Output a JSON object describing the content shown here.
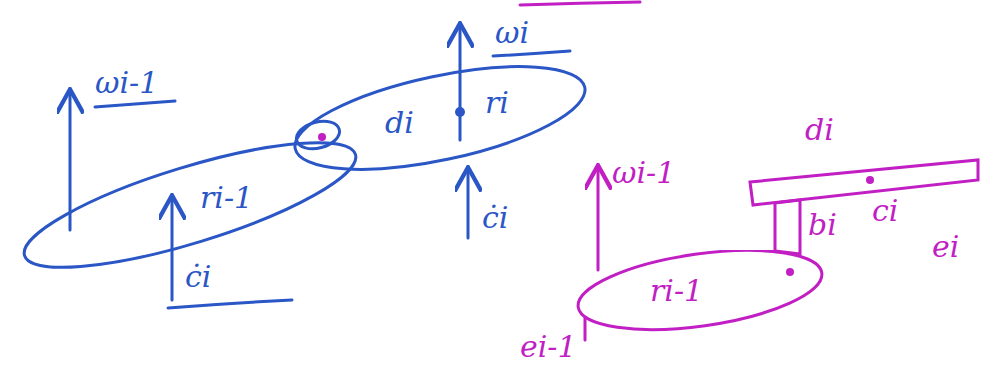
{
  "diagram": {
    "nodes": [
      {
        "text": [
          "ri-1"
        ]
      },
      {
        "text": [
          "di",
          "ri"
        ]
      },
      {
        "text": [
          "ri-1"
        ]
      },
      {
        "text": [
          "di"
        ]
      }
    ],
    "labels": [
      "ωi-1",
      "ωi",
      "ċi",
      "ċi",
      "ωi-1",
      "bi",
      "ci",
      "ei",
      "ei-1"
    ]
  }
}
